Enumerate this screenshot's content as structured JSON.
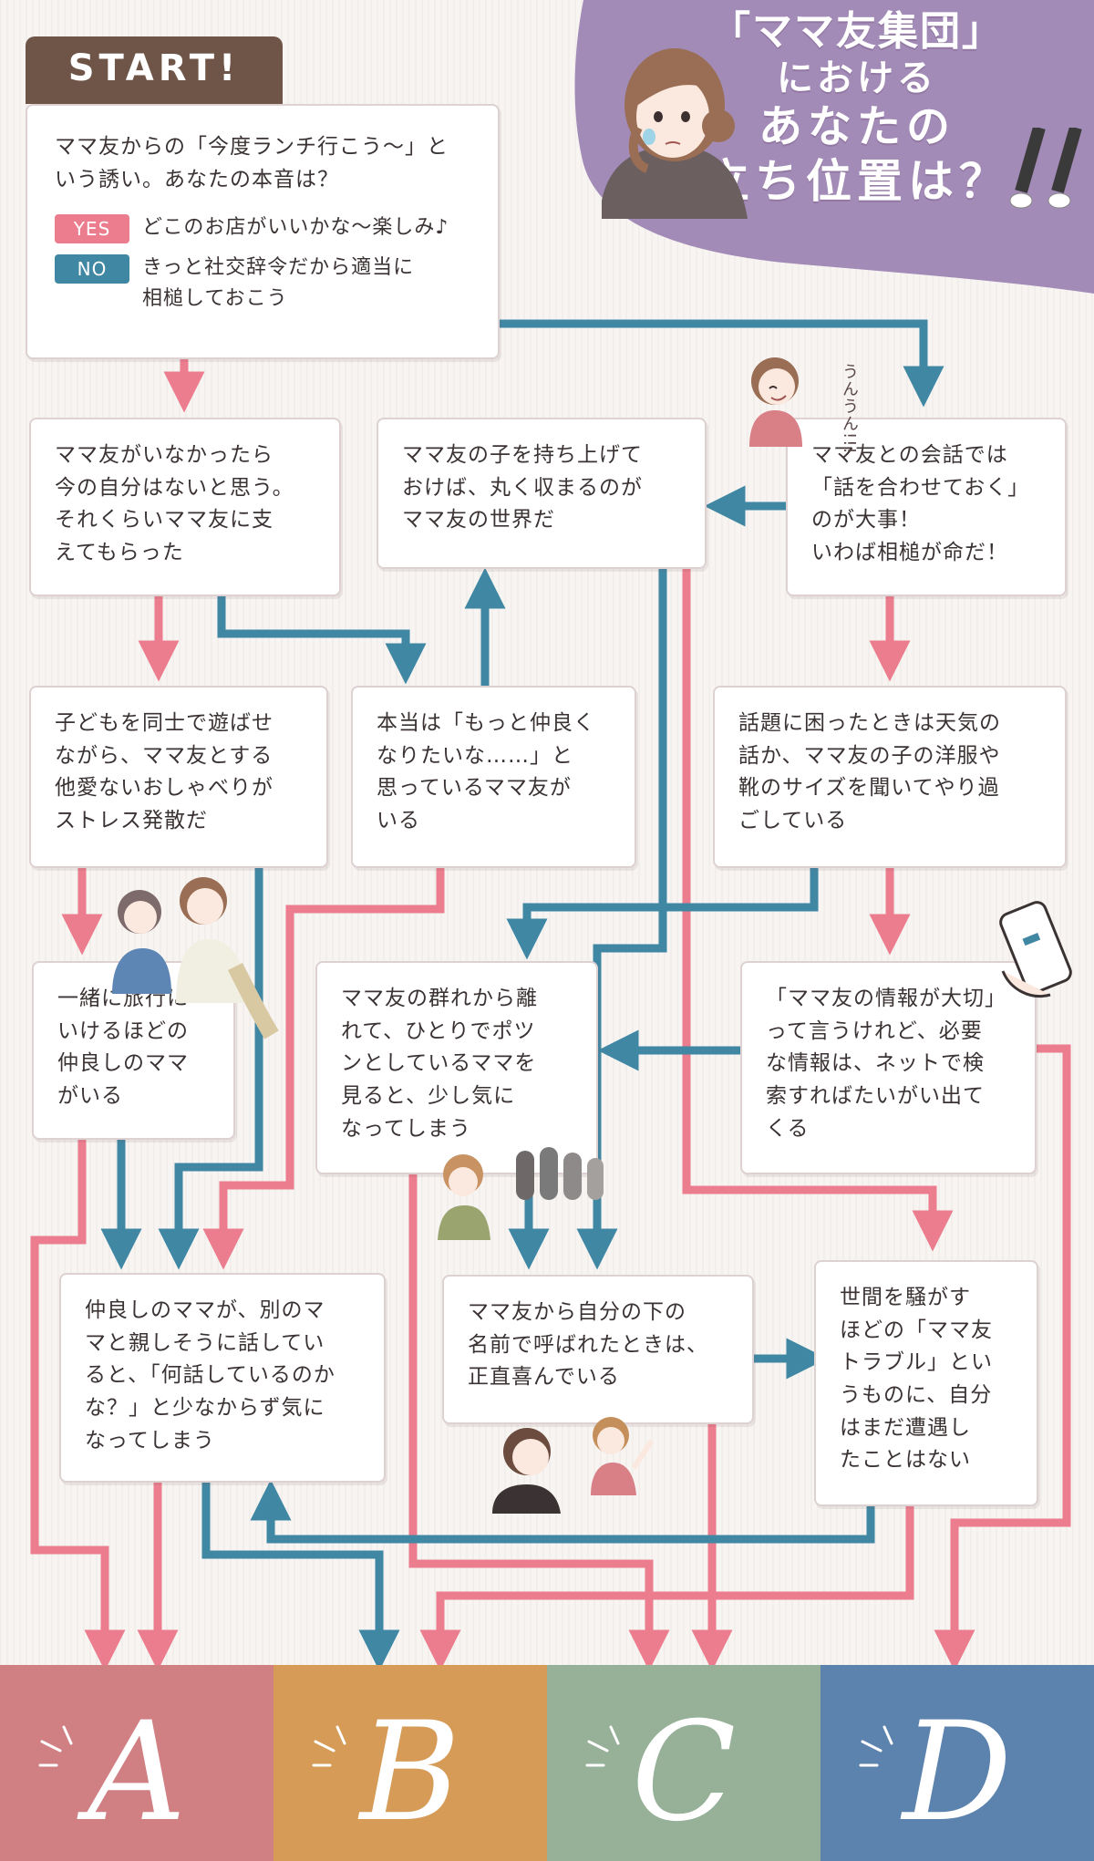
{
  "title": {
    "line1": "「ママ友集団」",
    "line2": "における",
    "line3": "あなたの",
    "line4": "立ち位置は？"
  },
  "start": {
    "label": "START!",
    "question": "ママ友からの「今度ランチ行こう〜」と\nいう誘い。あなたの本音は？",
    "yes_label": "YES",
    "yes_text": "どこのお店がいいかな〜楽しみ♪",
    "no_label": "NO",
    "no_text": "きっと社交辞令だから適当に\n相槌しておこう"
  },
  "nodes": {
    "n1": "ママ友がいなかったら\n今の自分はないと思う。\nそれくらいママ友に支\nえてもらった",
    "n2": "ママ友の子を持ち上げて\nおけば、丸く収まるのが\nママ友の世界だ",
    "n3": "ママ友との会話では\n「話を合わせておく」\nのが大事！\nいわば相槌が命だ！",
    "n4": "子どもを同士で遊ばせ\nながら、ママ友とする\n他愛ないおしゃべりが\nストレス発散だ",
    "n5": "本当は「もっと仲良く\nなりたいな……」と\n思っているママ友が\nいる",
    "n6": "話題に困ったときは天気の\n話か、ママ友の子の洋服や\n靴のサイズを聞いてやり過\nごしている",
    "n7": "一緒に旅行に\nいけるほどの\n仲良しのママ\nがいる",
    "n8": "ママ友の群れから離\nれて、ひとりでポツ\nンとしているママを\n見ると、少し気に\nなってしまう",
    "n9": "「ママ友の情報が大切」\nって言うけれど、必要\nな情報は、ネットで検\n索すればたいがい出て\nくる",
    "n10": "仲良しのママが、別のマ\nマと親しそうに話してい\nると、「何話しているのか\nな？」と少なからず気に\nなってしまう",
    "n11": "ママ友から自分の下の\n名前で呼ばれたときは、\n正直喜んでいる",
    "n12": "世間を騒がす\nほどの「ママ友\nトラブル」とい\nうものに、自分\nはまだ遭遇し\nたことはない"
  },
  "sound_effect": "うんうん!!!",
  "results": [
    {
      "letter": "A",
      "color": "#d07f83"
    },
    {
      "letter": "B",
      "color": "#d59b57"
    },
    {
      "letter": "C",
      "color": "#97b098"
    },
    {
      "letter": "D",
      "color": "#5c83ae"
    }
  ],
  "colors": {
    "yes": "#ec7d8e",
    "no": "#3f87a3",
    "start_tag": "#6e5548",
    "title_band": "#a38bb7"
  }
}
